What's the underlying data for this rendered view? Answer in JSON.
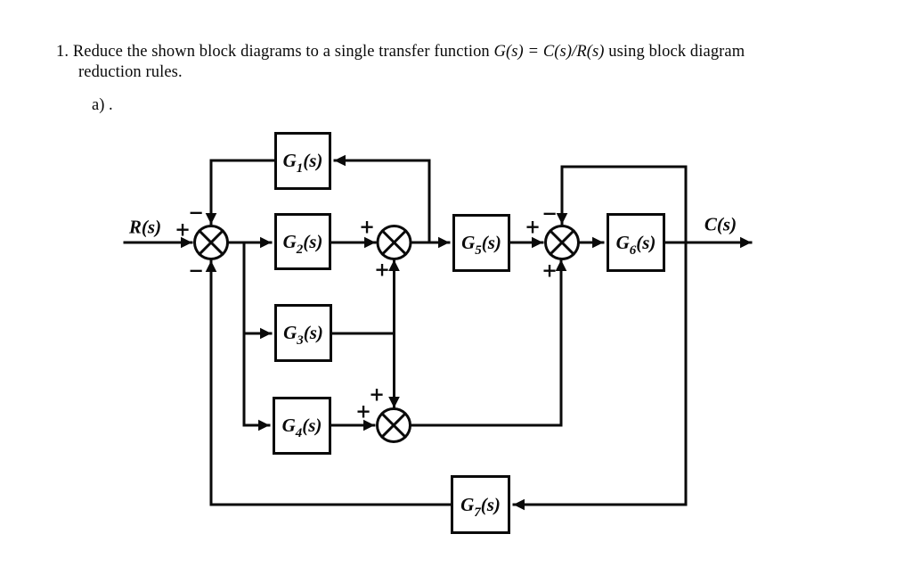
{
  "colors": {
    "ink": "#0a0a0a",
    "paper": "#ffffff"
  },
  "problem": {
    "number": "1.",
    "line1_text": "Reduce the shown block diagrams to a single transfer function ",
    "line1_math": "G(s) = C(s)/R(s)",
    "line1_tail": " using block diagram",
    "line2": "reduction rules.",
    "item_label": "a) ."
  },
  "diagram": {
    "input_label": "R(s)",
    "output_label": "C(s)",
    "blocks": [
      {
        "id": "G1",
        "name": "G",
        "sub": "1",
        "arg": "(s)"
      },
      {
        "id": "G2",
        "name": "G",
        "sub": "2",
        "arg": "(s)"
      },
      {
        "id": "G3",
        "name": "G",
        "sub": "3",
        "arg": "(s)"
      },
      {
        "id": "G4",
        "name": "G",
        "sub": "4",
        "arg": "(s)"
      },
      {
        "id": "G5",
        "name": "G",
        "sub": "5",
        "arg": "(s)"
      },
      {
        "id": "G6",
        "name": "G",
        "sub": "6",
        "arg": "(s)"
      },
      {
        "id": "G7",
        "name": "G",
        "sub": "7",
        "arg": "(s)"
      }
    ],
    "junctions": [
      {
        "id": "sum1",
        "left": "+",
        "top": "−",
        "bottom": "−"
      },
      {
        "id": "sum2",
        "left": "+",
        "bottom": "+"
      },
      {
        "id": "sum3",
        "left": "+",
        "top": "−",
        "bottom": "+"
      },
      {
        "id": "sum4",
        "left": "+",
        "top": "+"
      }
    ]
  }
}
